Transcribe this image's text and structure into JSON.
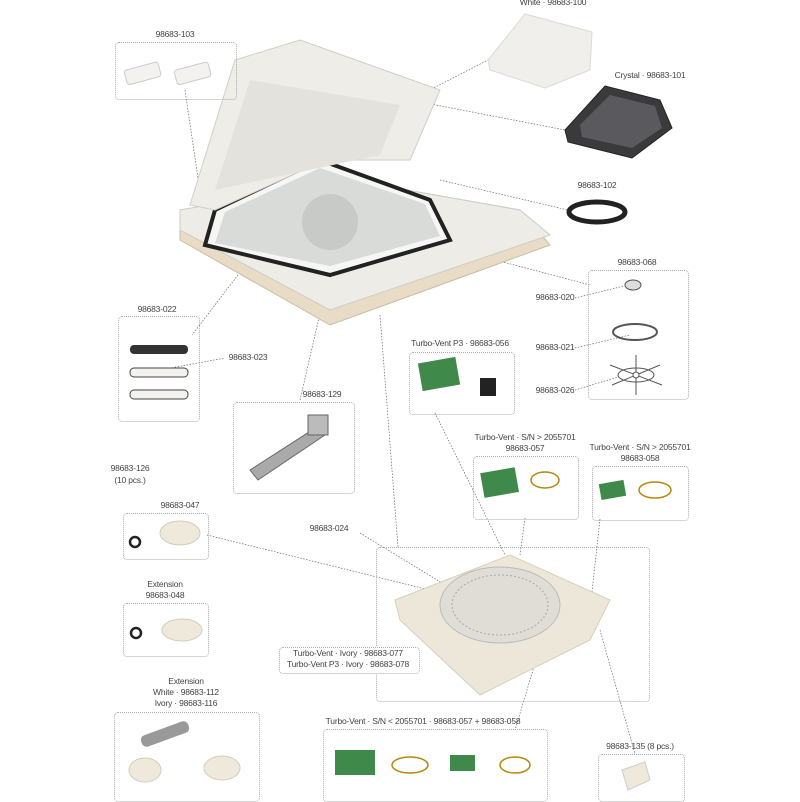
{
  "labels": {
    "clips": "98683-103",
    "dome_white": "White · 98683-100",
    "dome_crystal": "Crystal · 98683-101",
    "seal": "98683-102",
    "fan_kit": "98683-068",
    "fan_020": "98683-020",
    "fan_021": "98683-021",
    "fan_026": "98683-026",
    "hinge_022": "98683-022",
    "hinge_023": "98683-023",
    "arm": "98683-129",
    "p3_board": "Turbo-Vent P3 · 98683-056",
    "board_057_l1": "Turbo-Vent · S/N > 2055701",
    "board_057_l2": "98683-057",
    "board_058_l1": "Turbo-Vent · S/N > 2055701",
    "board_058_l2": "98683-058",
    "oring_l1": "98683-126",
    "oring_l2": "(10 pcs.)",
    "knob": "98683-047",
    "ext_l1": "Extension",
    "ext_l2": "98683-048",
    "frame": "98683-024",
    "base_l1": "Turbo-Vent · Ivory · 98683-077",
    "base_l2": "Turbo-Vent P3 · Ivory · 98683-078",
    "ext2_l1": "Extension",
    "ext2_l2": "White · 98683-112",
    "ext2_l3": "Ivory · 98683-116",
    "old_boards": "Turbo-Vent · S/N < 2055701 · 98683-057 + 98683-058",
    "screws": "98683-135 (8 pcs.)"
  },
  "colors": {
    "ivory": "#ece9df",
    "white": "#f3f2ee",
    "crystal": "#3a3a3c",
    "pcb": "#3f8a4a",
    "line": "#777777"
  }
}
